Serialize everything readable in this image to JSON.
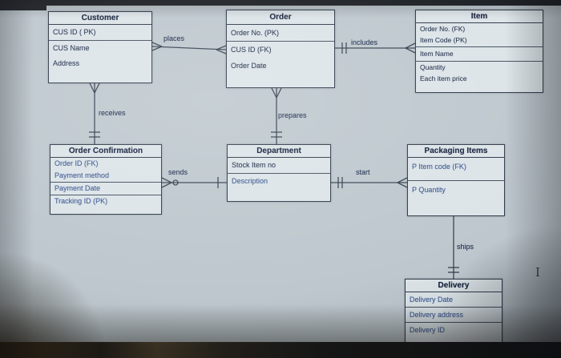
{
  "photo": {
    "cursor_glyph": "I"
  },
  "diagram": {
    "entities": {
      "customer": {
        "title": "Customer",
        "attrs": [
          "CUS ID ( PK)",
          "CUS Name",
          "Address"
        ]
      },
      "order": {
        "title": "Order",
        "attrs": [
          "Order No.  (PK)",
          "CUS ID  (FK)",
          "Order Date"
        ]
      },
      "item": {
        "title": "Item",
        "attrs": [
          "Order No. (FK)",
          "Item Code (PK)",
          "Item Name",
          "Quantity",
          "Each item price"
        ]
      },
      "order_confirmation": {
        "title": "Order Confirmation",
        "attrs": [
          "Order ID (FK)",
          "Payment method",
          "Payment Date",
          "Tracking ID (PK)"
        ]
      },
      "department": {
        "title": "Department",
        "attrs": [
          "Stock  Item no",
          "Description"
        ]
      },
      "packaging_items": {
        "title": "Packaging Items",
        "attrs": [
          "P Item code  (FK)",
          "P Quantity"
        ]
      },
      "delivery": {
        "title": "Delivery",
        "attrs": [
          "Delivery Date",
          "Delivery address",
          "Delivery ID"
        ]
      }
    },
    "relationships": {
      "places": "places",
      "includes": "includes",
      "receives": "receives",
      "prepares": "prepares",
      "sends": "sends",
      "start": "start",
      "ships": "ships"
    },
    "colors": {
      "canvas": "#bdc7cd",
      "entity_border": "#2e3a48",
      "entity_fill": "#dee6ea",
      "title_text": "#13203a",
      "attr_text": "#22304d",
      "attr_text_blue": "#3b5a98"
    }
  }
}
